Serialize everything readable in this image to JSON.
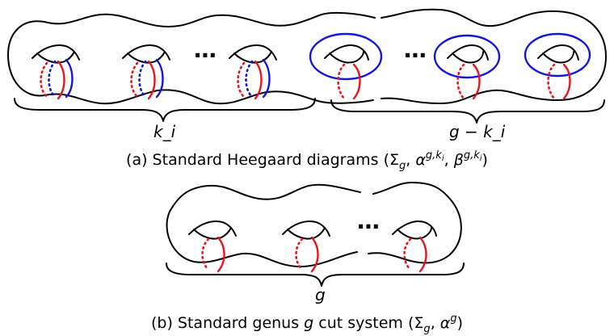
{
  "figure": {
    "top": {
      "left_label": "k_i",
      "right_label": "g − k_i",
      "ellipsis": "⋯",
      "caption_prefix": "(a) Standard Heegaard diagrams (",
      "caption_sigma": "Σ",
      "caption_sub_g": "g",
      "caption_sep": ", ",
      "caption_alpha": "α",
      "caption_beta": "β",
      "caption_sup": "g,k",
      "caption_sup_i": "i",
      "caption_close": ")"
    },
    "bottom": {
      "brace_label": "g",
      "ellipsis": "⋯",
      "caption_prefix": "(b) Standard genus ",
      "caption_g": "g",
      "caption_mid": " cut system (",
      "caption_sigma": "Σ",
      "caption_sub_g": "g",
      "caption_sep": ", ",
      "caption_alpha": "α",
      "caption_sup_g": "g",
      "caption_close": ")"
    },
    "colors": {
      "alpha_curve": "#e8141c",
      "beta_curve": "#1414e0",
      "surface_outline": "#000000"
    }
  }
}
